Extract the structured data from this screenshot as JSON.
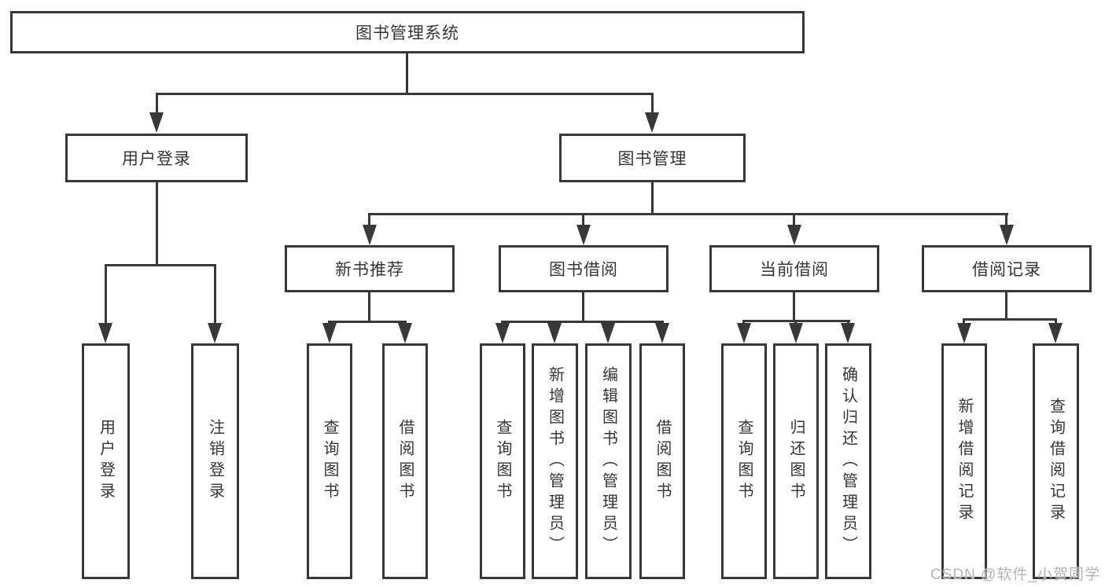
{
  "colors": {
    "line": "#383838",
    "border": "#383838",
    "text": "#363636",
    "background": "#ffffff",
    "watermark": "#b4b4b4"
  },
  "tree": {
    "root": "图书管理系统",
    "branches": [
      {
        "label": "用户登录",
        "children": [
          "用户登录",
          "注销登录"
        ]
      },
      {
        "label": "图书管理",
        "sections": [
          {
            "label": "新书推荐",
            "children": [
              "查询图书",
              "借阅图书"
            ]
          },
          {
            "label": "图书借阅",
            "children": [
              "查询图书",
              "新增图书（管理员）",
              "编辑图书（管理员）",
              "借阅图书"
            ]
          },
          {
            "label": "当前借阅",
            "children": [
              "查询图书",
              "归还图书",
              "确认归还（管理员）"
            ]
          },
          {
            "label": "借阅记录",
            "children": [
              "新增借阅记录",
              "查询借阅记录"
            ]
          }
        ]
      }
    ]
  },
  "watermark": {
    "text": "CSDN @软件_小贺同学"
  }
}
